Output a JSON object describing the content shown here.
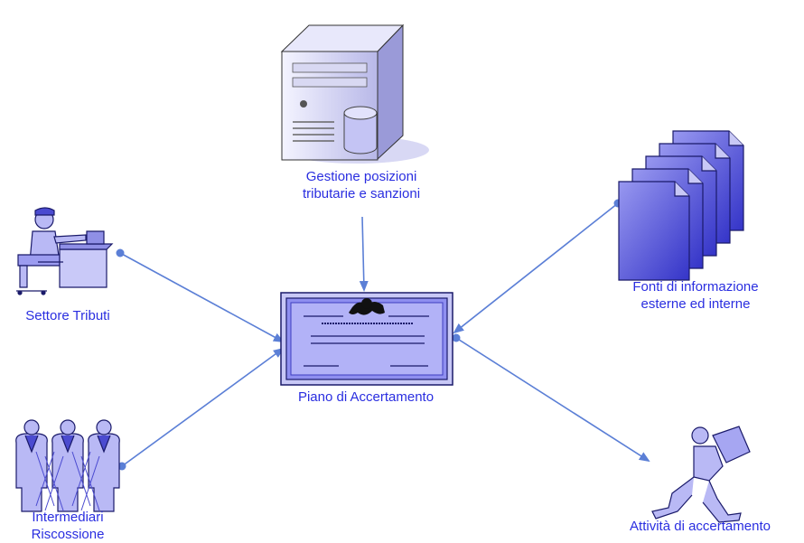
{
  "nodes": {
    "server": {
      "label_lines": [
        "Gestione posizioni",
        "tributarie e sanzioni"
      ]
    },
    "settore": {
      "label_lines": [
        "Settore Tributi"
      ]
    },
    "fonti": {
      "label_lines": [
        "Fonti di informazione",
        "esterne ed interne"
      ]
    },
    "piano": {
      "label_lines": [
        "Piano di Accertamento"
      ]
    },
    "intermediari": {
      "label_lines": [
        "Intermediari",
        "Riscossione"
      ]
    },
    "attivita": {
      "label_lines": [
        "Attività di accertamento"
      ]
    }
  },
  "colors": {
    "label": "#2a2ee0",
    "connector": "#5b7fd6",
    "shape_fill": "#b9b9f5",
    "shape_dark": "#4b4bd0",
    "outline": "#1a1a6a"
  },
  "icons": {
    "server": "server-database-icon",
    "settore": "person-at-desk-icon",
    "fonti": "document-stack-icon",
    "piano": "certificate-icon",
    "intermediari": "group-of-people-icon",
    "attivita": "person-carrying-box-icon"
  }
}
